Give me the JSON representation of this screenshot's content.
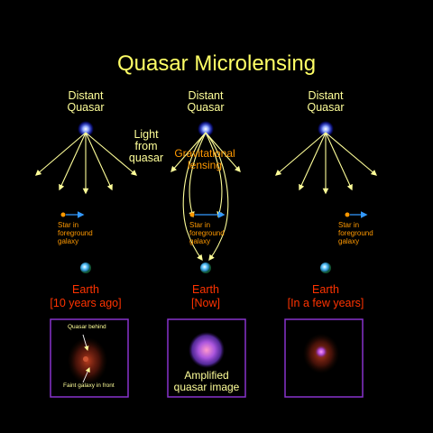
{
  "title": "Quasar Microlensing",
  "columns": [
    {
      "quasar_label": [
        "Distant",
        "Quasar"
      ],
      "star_label": [
        "Star in",
        "foreground",
        "galaxy"
      ],
      "earth_label": [
        "Earth",
        "[10 years ago]"
      ]
    },
    {
      "quasar_label": [
        "Distant",
        "Quasar"
      ],
      "star_label": [
        "Star in",
        "foreground",
        "galaxy"
      ],
      "earth_label": [
        "Earth",
        "[Now]"
      ]
    },
    {
      "quasar_label": [
        "Distant",
        "Quasar"
      ],
      "star_label": [
        "Star in",
        "foreground",
        "galaxy"
      ],
      "earth_label": [
        "Earth",
        "[In a few years]"
      ]
    }
  ],
  "light_label": [
    "Light",
    "from",
    "quasar"
  ],
  "lensing_label": [
    "Gravitational",
    "lensing"
  ],
  "panels": {
    "left": {
      "quasar_behind": "Quasar behind",
      "faint_galaxy": "Faint galaxy in front"
    },
    "center": {
      "caption": [
        "Amplified",
        "quasar image"
      ]
    }
  },
  "colors": {
    "title": "#ffff66",
    "label": "#ffff99",
    "light_arrow": "#ffff99",
    "lensing_text": "#ff9900",
    "earth_text": "#ff3300",
    "star": "#ff9900",
    "star_arrow": "#3399ff",
    "quasar": "#4d6bff",
    "panel_border": "#8833cc",
    "galaxy_glow": "#cc3300"
  },
  "icons": [
    "quasar-icon",
    "star-icon",
    "earth-icon"
  ]
}
